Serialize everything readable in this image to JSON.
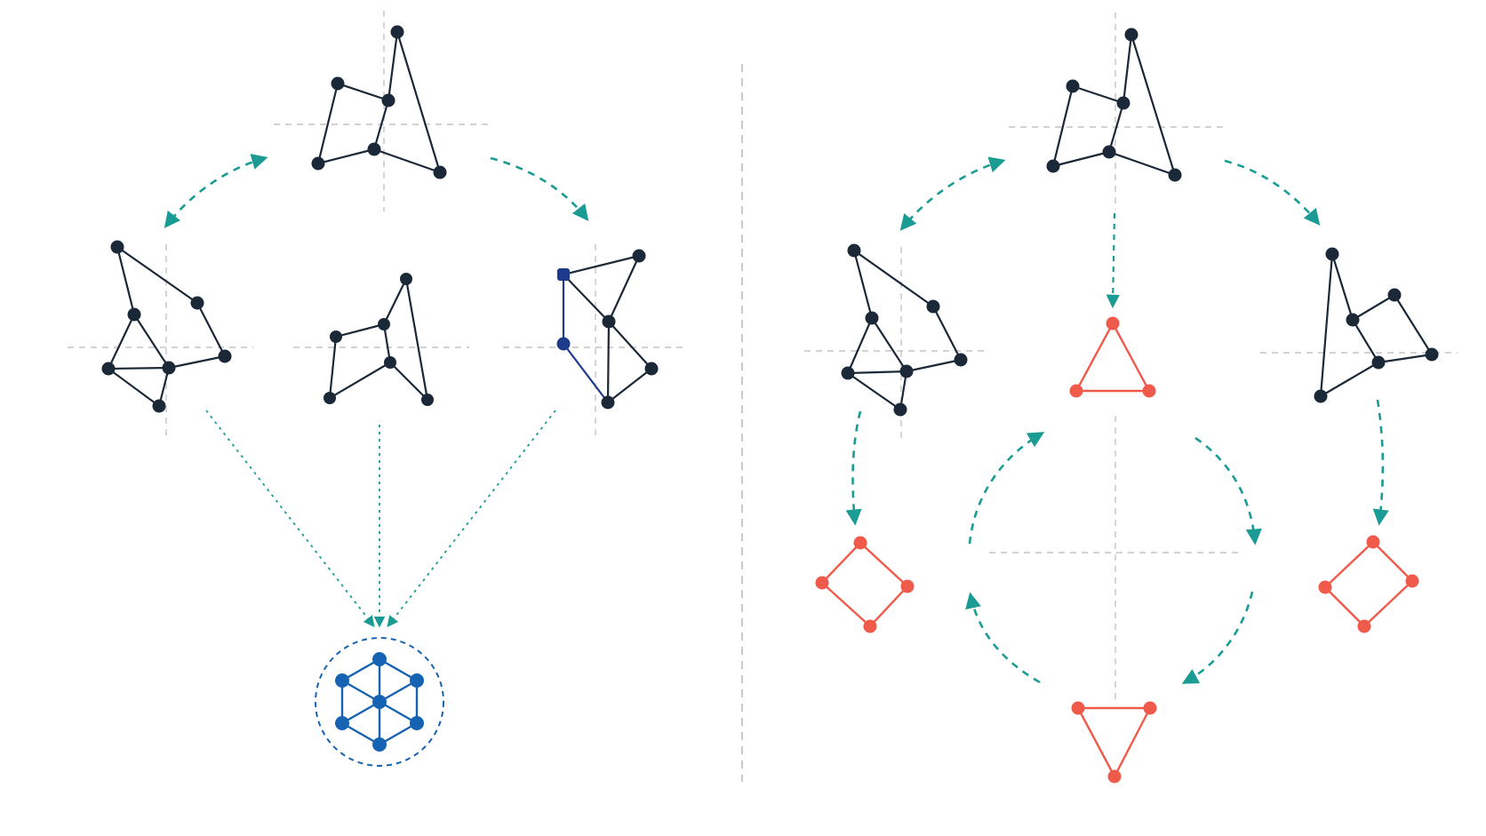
{
  "colors": {
    "background": "#ffffff",
    "graph_dark": "#1b2838",
    "highlight_blue": "#1e3a8a",
    "cluster_blue": "#1763b3",
    "arrow_teal": "#1a9c95",
    "motif_red": "#f05a4a",
    "crosshair": "#bdbdbd",
    "divider": "#bdbdbd"
  },
  "diagram": {
    "panels": [
      {
        "name": "left-panel",
        "description_shown": false,
        "elements": [
          "top-graph",
          "left-graph",
          "center-graph",
          "right-graph",
          "aggregated-cluster"
        ]
      },
      {
        "name": "right-panel",
        "description_shown": false,
        "elements": [
          "top-graph",
          "left-graph",
          "right-graph",
          "triangle-motif-top",
          "square-motif-left",
          "square-motif-right",
          "triangle-motif-bottom",
          "cycle-arrows"
        ]
      }
    ],
    "icons": [
      "graph-node-icon",
      "arrow-icon",
      "cluster-icon"
    ]
  }
}
